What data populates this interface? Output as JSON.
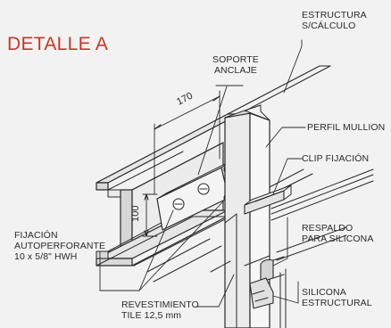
{
  "title": "DETALLE A",
  "labels": {
    "estructura": [
      "ESTRUCTURA",
      "S/CÁLCULO"
    ],
    "soporte": [
      "SOPORTE",
      "ANCLAJE"
    ],
    "perfil": "PERFIL MULLION",
    "clip": "CLIP FIJACIÓN",
    "respaldo": [
      "RESPALDO",
      "PARA SILICONA"
    ],
    "silicona": [
      "SILICONA",
      "ESTRUCTURAL"
    ],
    "fijacion": [
      "FIJACIÓN",
      "AUTOPERFORANTE",
      "10 x 5/8\" HWH"
    ],
    "revestimiento": [
      "REVESTIMIENTO",
      "TILE 12,5 mm"
    ]
  },
  "dimensions": {
    "length": "170",
    "height": "100"
  },
  "colors": {
    "title": "#c0392b",
    "line": "#2a2a2a",
    "background": "#f2f2f2"
  }
}
